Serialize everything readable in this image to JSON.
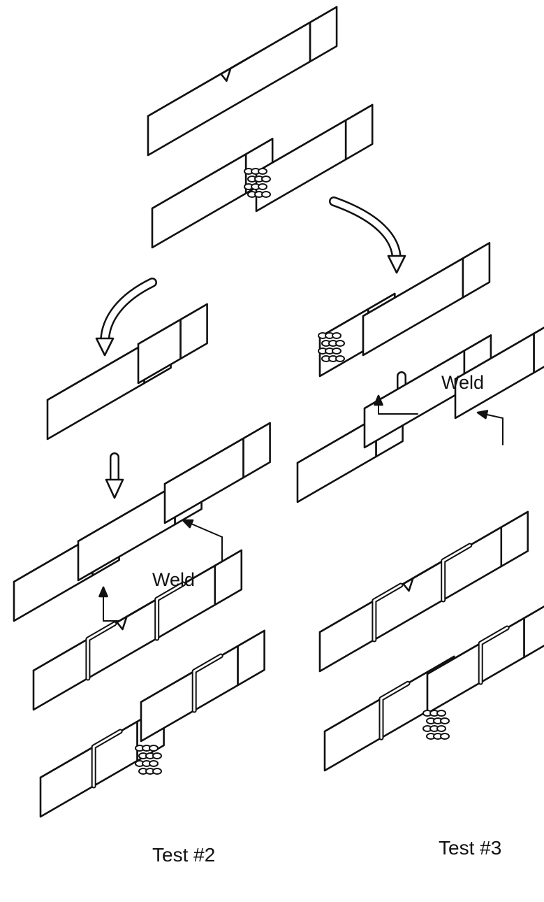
{
  "labels": {
    "weld_left": "Weld",
    "weld_right": "Weld",
    "test_left": "Test #2",
    "test_right": "Test #3"
  },
  "colors": {
    "ink": "#111111",
    "paper": "#ffffff"
  }
}
